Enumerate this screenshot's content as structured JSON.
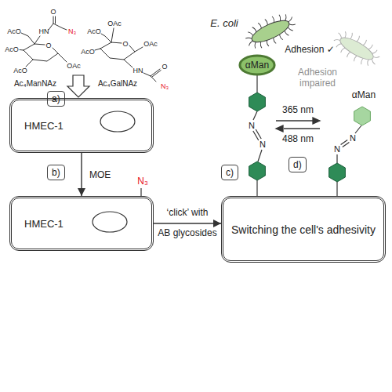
{
  "diagram": {
    "nodes": [
      {
        "text": [
          "a)"
        ]
      },
      {
        "text": [
          "HMEC-1"
        ]
      },
      {
        "text": [
          "b)"
        ]
      },
      {
        "text": [
          "HMEC-1"
        ]
      },
      {
        "text": [
          "αMan"
        ]
      },
      {
        "text": [
          "c)"
        ]
      },
      {
        "text": [
          "d)"
        ]
      },
      {
        "text": [
          "Switching the cell's adhesivity"
        ]
      }
    ],
    "edges": [
      {
        "from": 1,
        "to": 3,
        "label": "MOE",
        "arrow": "to"
      },
      {
        "from": 3,
        "to": 7,
        "arrow": "to"
      }
    ],
    "labels": [
      "Ac₄ManNAz",
      "AcO",
      "HN",
      "O",
      "N₃",
      "AcO",
      "O",
      "AcO",
      "OAc",
      "Ac₄GalNAz",
      "AcO",
      "OAc",
      "AcO",
      "O",
      "OAc",
      "HN",
      "O",
      "N₃",
      "N₃",
      "‘click’ with",
      "AB glycosides",
      "E. coli",
      "Adhesion ✓",
      "Adhesion impaired",
      "365 nm",
      "488 nm",
      "N",
      "N",
      "N",
      "N",
      "αMan"
    ]
  }
}
